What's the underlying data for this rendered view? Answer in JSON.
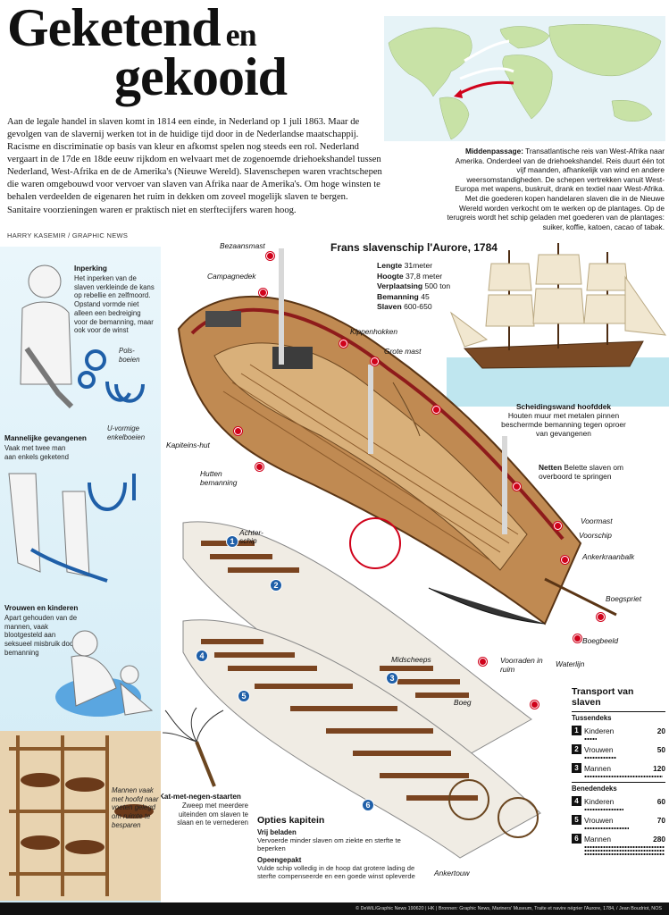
{
  "title": {
    "line1": "Geketend",
    "line1b": "en",
    "line2": "gekooid"
  },
  "intro": "Aan de legale handel in slaven komt in 1814 een einde, in Nederland op 1 juli 1863. Maar de gevolgen van de slavernij werken tot in de huidige tijd door in de Nederlandse maatschappij. Racisme en discriminatie op basis van kleur en afkomst spelen nog steeds een rol. Nederland vergaart in de 17de en 18de eeuw rijkdom en welvaart met de zogenoemde driehoekshandel tussen Nederland, West-Afrika en de de Amerika's (Nieuwe Wereld). Slavenschepen waren vrachtschepen die waren omgebouwd voor vervoer van slaven van Afrika naar de Amerika's. Om hoge winsten te behalen verdeelden de eigenaren het ruim in dekken om zoveel mogelijk slaven te bergen. Sanitaire voorzieningen waren er praktisch niet en sterftecijfers waren hoog.",
  "credit": "HARRY KASEMIR / GRAPHIC NEWS",
  "middle_passage": {
    "label": "Middenpassage:",
    "text": "Transatlantische reis van West-Afrika naar Amerika. Onderdeel van de driehoekshandel. Reis duurt één tot vijf maanden, afhankelijk van wind en andere weersomstandigheden. De schepen vertrekken vanuit West-Europa met wapens, buskruit, drank en textiel naar West-Afrika. Met die goederen kopen handelaren slaven die in de Nieuwe Wereld worden verkocht om te werken op de plantages. Op de terugreis wordt het schip geladen met goederen van de plantages: suiker, koffie, katoen, cacao of tabak."
  },
  "ship": {
    "title": "Frans slavenschip l'Aurore, 1784",
    "specs": [
      {
        "label": "Lengte",
        "value": "31meter"
      },
      {
        "label": "Hoogte",
        "value": "37,8 meter"
      },
      {
        "label": "Verplaatsing",
        "value": "500 ton"
      },
      {
        "label": "Bemanning",
        "value": "45"
      },
      {
        "label": "Slaven",
        "value": "600-650"
      }
    ]
  },
  "side": {
    "inperking": {
      "title": "Inperking",
      "text": "Het inperken van de slaven verkleinde de kans op rebellie en zelfmoord. Opstand vormde niet alleen een bedreiging voor de bemanning, maar ook voor de winst"
    },
    "polsboeien": "Pols-boeien",
    "uboeien": "U-vormige enkelboeien",
    "mannelijke": {
      "title": "Mannelijke gevangenen",
      "text": "Vaak met twee man aan enkels geketend"
    },
    "vrouwen": {
      "title": "Vrouwen en kinderen",
      "text": "Apart gehouden van de mannen, vaak blootgesteld aan seksueel misbruik door bemanning"
    },
    "kat": {
      "title": "Kat-met-negen-staarten",
      "text": "Zweep met meerdere uiteinden om slaven te slaan en te vernederen"
    },
    "mannen_note": "Mannen vaak met hoofd naar voeten gelegd om ruimte te besparen"
  },
  "callouts": {
    "bezaansmast": "Bezaansmast",
    "campagnedek": "Campagnedek",
    "kippenhokken": "Kippenhokken",
    "grote_mast": "Grote mast",
    "kapiteinshut": "Kapiteins-hut",
    "hutten": "Hutten bemanning",
    "scheidingswand_title": "Scheidingswand hoofddek",
    "scheidingswand_text": "Houten muur met metalen pinnen beschermde bemanning tegen oproer van gevangenen",
    "netten_title": "Netten",
    "netten_text": "Belette slaven om overboord te springen",
    "voormast": "Voormast",
    "voorschip": "Voorschip",
    "ankerkraanbalk": "Ankerkraanbalk",
    "boegspriet": "Boegspriet",
    "boegbeeld": "Boegbeeld",
    "waterlijn": "Waterlijn",
    "voorraden": "Voorraden in ruim",
    "achterschip": "Achter-schip",
    "midscheeps": "Midscheeps",
    "boeg": "Boeg",
    "ankertouw": "Ankertouw"
  },
  "deck_numbers": [
    "1",
    "2",
    "3",
    "4",
    "5",
    "6"
  ],
  "transport": {
    "title": "Transport van slaven",
    "tussendeks": "Tussendeks",
    "benedendeks": "Benedendeks",
    "rows_upper": [
      {
        "n": "1",
        "label": "Kinderen",
        "value": "20"
      },
      {
        "n": "2",
        "label": "Vrouwen",
        "value": "50"
      },
      {
        "n": "3",
        "label": "Mannen",
        "value": "120"
      }
    ],
    "rows_lower": [
      {
        "n": "4",
        "label": "Kinderen",
        "value": "60"
      },
      {
        "n": "5",
        "label": "Vrouwen",
        "value": "70"
      },
      {
        "n": "6",
        "label": "Mannen",
        "value": "280"
      }
    ]
  },
  "options": {
    "title": "Opties kapitein",
    "items": [
      {
        "title": "Vrij beladen",
        "text": "Vervoerde minder slaven om ziekte en sterfte te beperken"
      },
      {
        "title": "Opeengepakt",
        "text": "Vulde schip volledig in de hoop dat grotere lading de sterfte compenseerde en een goede winst opleverde"
      }
    ]
  },
  "footer": "© DeWiL/Graphic News 190620 | HK | Bronnen: Graphic News, Mariners' Museum, Traite et navire négrier l'Aurore, 1784, / Jean Boudriot, NOS",
  "colors": {
    "accent": "#d0021b",
    "deck_number": "#1f5fa8",
    "wood": "#a86a3a",
    "sea": "#bfe6ef",
    "land": "#c8e2a6"
  }
}
